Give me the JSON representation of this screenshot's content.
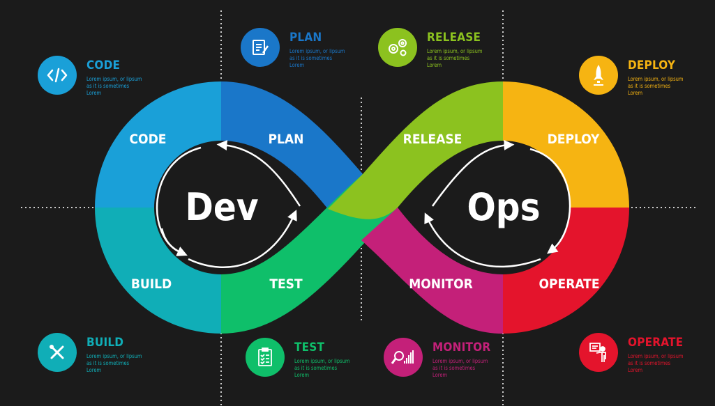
{
  "diagram": {
    "center_left": "Dev",
    "center_right": "Ops",
    "segments": [
      {
        "id": "code",
        "label": "CODE",
        "color": "#1aa0d8"
      },
      {
        "id": "plan",
        "label": "PLAN",
        "color": "#1a77c9"
      },
      {
        "id": "release",
        "label": "RELEASE",
        "color": "#8cc21f"
      },
      {
        "id": "deploy",
        "label": "DEPLOY",
        "color": "#f6b412"
      },
      {
        "id": "operate",
        "label": "OPERATE",
        "color": "#e4142c"
      },
      {
        "id": "monitor",
        "label": "MONITOR",
        "color": "#c42079"
      },
      {
        "id": "test",
        "label": "TEST",
        "color": "#0fbf6a"
      },
      {
        "id": "build",
        "label": "BUILD",
        "color": "#10aeb7"
      }
    ]
  },
  "callouts": {
    "code": {
      "title": "CODE",
      "desc": "Lorem ipsum, or lipsum as it is sometimes Lorem",
      "color": "#1aa0d8",
      "icon": "code-icon"
    },
    "plan": {
      "title": "PLAN",
      "desc": "Lorem ipsum, or lipsum as it is sometimes Lorem",
      "color": "#1a77c9",
      "icon": "clipboard-pen-icon"
    },
    "release": {
      "title": "RELEASE",
      "desc": "Lorem ipsum, or lipsum as it is sometimes Lorem",
      "color": "#8cc21f",
      "icon": "gears-icon"
    },
    "deploy": {
      "title": "DEPLOY",
      "desc": "Lorem ipsum, or lipsum as it is sometimes Lorem",
      "color": "#f6b412",
      "icon": "rocket-icon"
    },
    "build": {
      "title": "BUILD",
      "desc": "Lorem ipsum, or lipsum as it is sometimes Lorem",
      "color": "#10aeb7",
      "icon": "tools-icon"
    },
    "test": {
      "title": "TEST",
      "desc": "Lorem ipsum, or lipsum as it is sometimes Lorem",
      "color": "#0fbf6a",
      "icon": "checklist-icon"
    },
    "monitor": {
      "title": "MONITOR",
      "desc": "Lorem ipsum, or lipsum as it is sometimes Lorem",
      "color": "#c42079",
      "icon": "magnifier-chart-icon"
    },
    "operate": {
      "title": "OPERATE",
      "desc": "Lorem ipsum, or lipsum as it is sometimes Lorem",
      "color": "#e4142c",
      "icon": "presenter-icon"
    }
  }
}
